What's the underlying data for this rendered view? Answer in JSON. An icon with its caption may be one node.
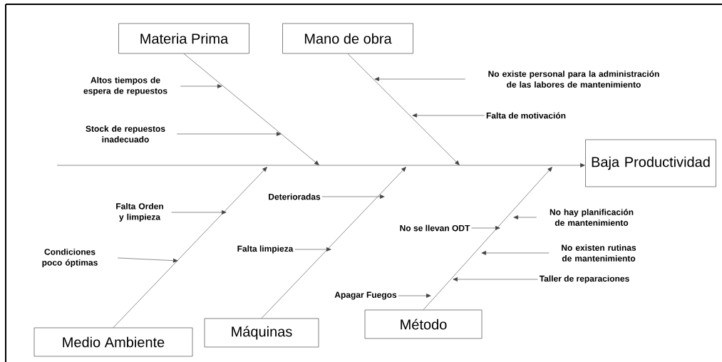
{
  "diagram": {
    "nodes": [
      {
        "text": [
          "Materia Prima"
        ]
      },
      {
        "text": [
          "Mano de obra"
        ]
      },
      {
        "text": [
          "Baja Productividad"
        ]
      },
      {
        "text": [
          "Altos tiempos de espera de repuestos"
        ]
      },
      {
        "text": [
          "Stock de repuestos inadecuado"
        ]
      },
      {
        "text": [
          "No existe personal para la administración de las labores de mantenimiento"
        ]
      },
      {
        "text": [
          "Falta de motivación"
        ]
      },
      {
        "text": [
          "Falta Orden y limpieza"
        ]
      },
      {
        "text": [
          "Deterioradas"
        ]
      },
      {
        "text": [
          "No hay planificación de mantenimiento"
        ]
      },
      {
        "text": [
          "No se llevan ODT"
        ]
      },
      {
        "text": [
          "Falta limpieza"
        ]
      },
      {
        "text": [
          "Condiciones poco óptimas"
        ]
      },
      {
        "text": [
          "No existen rutinas de mantenimiento"
        ]
      },
      {
        "text": [
          "Taller de reparaciones"
        ]
      },
      {
        "text": [
          "Apagar Fuegos"
        ]
      },
      {
        "text": [
          "Medio Ambiente"
        ]
      },
      {
        "text": [
          "Máquinas"
        ]
      },
      {
        "text": [
          "Método"
        ]
      }
    ],
    "edges": [
      {
        "from": null,
        "to": 2,
        "arrow": "to"
      },
      {
        "from": 0,
        "to": null,
        "arrow": "to"
      },
      {
        "from": 1,
        "to": null,
        "arrow": "to"
      },
      {
        "from": 16,
        "to": null,
        "arrow": "to"
      },
      {
        "from": 17,
        "to": null,
        "arrow": "to"
      },
      {
        "from": 18,
        "to": null,
        "arrow": "to"
      },
      {
        "from": 3,
        "to": null,
        "arrow": "to"
      },
      {
        "from": 4,
        "to": null,
        "arrow": "to"
      },
      {
        "from": 5,
        "to": null,
        "arrow": "to"
      },
      {
        "from": 6,
        "to": null,
        "arrow": "to"
      },
      {
        "from": 7,
        "to": null,
        "arrow": "to"
      },
      {
        "from": 8,
        "to": null,
        "arrow": "to"
      },
      {
        "from": 9,
        "to": null,
        "arrow": "to"
      },
      {
        "from": 10,
        "to": null,
        "arrow": "to"
      },
      {
        "from": 11,
        "to": null,
        "arrow": "to"
      },
      {
        "from": 12,
        "to": null,
        "arrow": "to"
      },
      {
        "from": 13,
        "to": null,
        "arrow": "to"
      },
      {
        "from": 14,
        "to": null,
        "arrow": "to"
      },
      {
        "from": 15,
        "to": null,
        "arrow": "to"
      }
    ]
  }
}
